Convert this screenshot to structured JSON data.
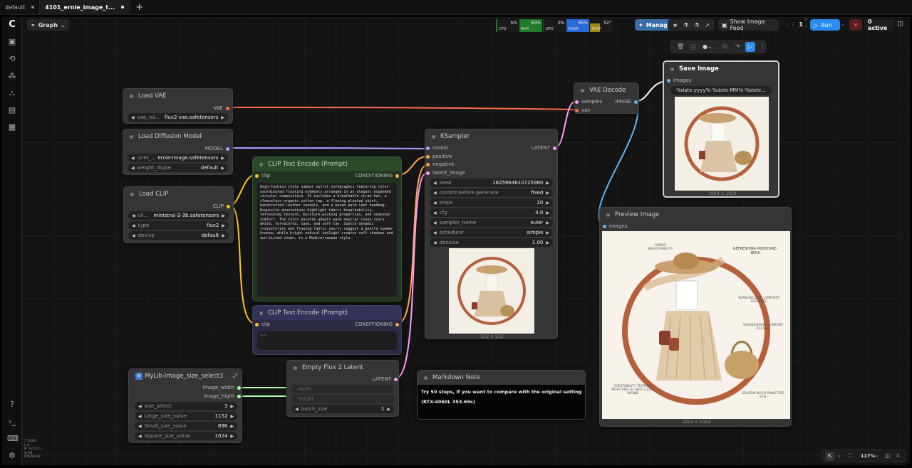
{
  "tabs": [
    {
      "label": "default"
    },
    {
      "label": "4101_ernie_image_t..."
    }
  ],
  "toolbar": {
    "graph_label": "Graph",
    "metrics": [
      {
        "label": "CPU",
        "value": "5%",
        "color": "#1a1a1a"
      },
      {
        "label": "RAM",
        "value": "83%",
        "color": "#1f7a2a"
      },
      {
        "label": "GPU",
        "value": "3%",
        "color": "#1a1a1a"
      },
      {
        "label": "VRAM",
        "value": "85%",
        "color": "#2a6ad6"
      },
      {
        "label": "TEMP",
        "value": "52°",
        "color": "#9a8a10"
      }
    ],
    "manager_label": "Manager",
    "image_feed_label": "Show Image Feed",
    "queue_count": "1",
    "run_label": "Run",
    "active_label": "0 active",
    "zoom_label": "117%"
  },
  "stats": [
    "T: 0.00s",
    "I: 0",
    "N: 12 [12]",
    "V: 26",
    "FPS:58.82"
  ],
  "nodes": {
    "load_vae": {
      "title": "Load VAE",
      "out": "VAE",
      "w_name": "vae_na...",
      "w_value": "flux2-vae.safetensors"
    },
    "load_diffusion": {
      "title": "Load Diffusion Model",
      "out": "MODEL",
      "w1_name": "unet_...",
      "w1_value": "ernie-image.safetensors",
      "w2_name": "weight_dtype",
      "w2_value": "default"
    },
    "load_clip": {
      "title": "Load CLIP",
      "out": "CLIP",
      "w1_name": "cli...",
      "w1_value": "ministral-3-3b.safetensors",
      "w2_name": "type",
      "w2_value": "flux2",
      "w3_name": "device",
      "w3_value": "default"
    },
    "clip_pos": {
      "title": "CLIP Text Encode (Prompt)",
      "in": "clip",
      "out": "CONDITIONING",
      "text": "High-fashion style summer outfit infographic featuring color-coordinated floating elements arranged in an elegant expanded circular composition. It includes a breathable straw hat, a sleeveless organic cotton top, a flowing pleated skirt, handcrafted leather sandals, and a woven palm leaf handbag. Exquisite annotations highlight fabric breathability, refreshing texture, moisture-wicking properties, and seasonal comfort. The color palette adopts warm neutral tones-ivory white, terracotta, sand, and soft tan. Subtle dynamic trajectories and flowing fabric swirls suggest a gentle summer breeze, while bright natural sunlight creates soft shadows and sun-kissed sheen, in a Mediterranean style."
    },
    "clip_neg": {
      "title": "CLIP Text Encode (Prompt)",
      "in": "clip",
      "out": "CONDITIONING",
      "placeholder": "text"
    },
    "ksampler": {
      "title": "KSampler",
      "in1": "model",
      "in2": "positive",
      "in3": "negative",
      "in4": "latent_image",
      "out": "LATENT",
      "widgets": [
        {
          "name": "seed",
          "value": "1825964610725960"
        },
        {
          "name": "control before generate",
          "value": "fixed"
        },
        {
          "name": "steps",
          "value": "20"
        },
        {
          "name": "cfg",
          "value": "4.0"
        },
        {
          "name": "sampler_name",
          "value": "euler"
        },
        {
          "name": "scheduler",
          "value": "simple"
        },
        {
          "name": "denoise",
          "value": "1.00"
        }
      ],
      "caption": "512 × 512"
    },
    "vae_decode": {
      "title": "VAE Decode",
      "in1": "samples",
      "in2": "vae",
      "out": "IMAGE"
    },
    "save_image": {
      "title": "Save Image",
      "in": "images",
      "prefix": "%date:yyyy%-%date:MM%-%date...",
      "caption": "1024 × 1024"
    },
    "preview": {
      "title": "Preview Image",
      "in": "images",
      "caption": "1024 × 1024"
    },
    "size_select": {
      "title": "MyLib-Image_size_select3",
      "out1": "image_width",
      "out2": "image_hight",
      "widgets": [
        {
          "name": "size_select",
          "value": "3"
        },
        {
          "name": "Large_size_value",
          "value": "1152"
        },
        {
          "name": "Small_size_value",
          "value": "896"
        },
        {
          "name": "Square_size_value",
          "value": "1024"
        }
      ]
    },
    "empty_latent": {
      "title": "Empty Flux 2 Latent",
      "in1": "width",
      "in2": "height",
      "out": "LATENT",
      "w_name": "batch_size",
      "w_value": "1"
    },
    "note": {
      "title": "Markdown Note",
      "line1": "Try 50 steps, if you want to compare with the original setting",
      "line2": "(RTX-4060L 353.69s)"
    }
  },
  "preview_art": {
    "labels": [
      "FABRIC BREATHABILITY",
      "REFRESHING MOISTURE-WICK",
      "SUNSHIELDING COMFORT FEATURES",
      "SHADEASSING COMFORT ACCURE",
      "CHESTABILITY TEXTURE MOISTURE-LG AND CLELS-INCNIB",
      "SEASON SHICH PAWS-TIDE STIK"
    ]
  },
  "colors": {
    "vae_wire": "#ff6a4d",
    "model_wire": "#b39dff",
    "clip_wire": "#ffc328",
    "cond_wire": "#ffa94d",
    "latent_wire": "#ff9cf9",
    "image_wire": "#64b5f6",
    "int_wire": "#aaffaa",
    "run": "#2a8bf2"
  }
}
